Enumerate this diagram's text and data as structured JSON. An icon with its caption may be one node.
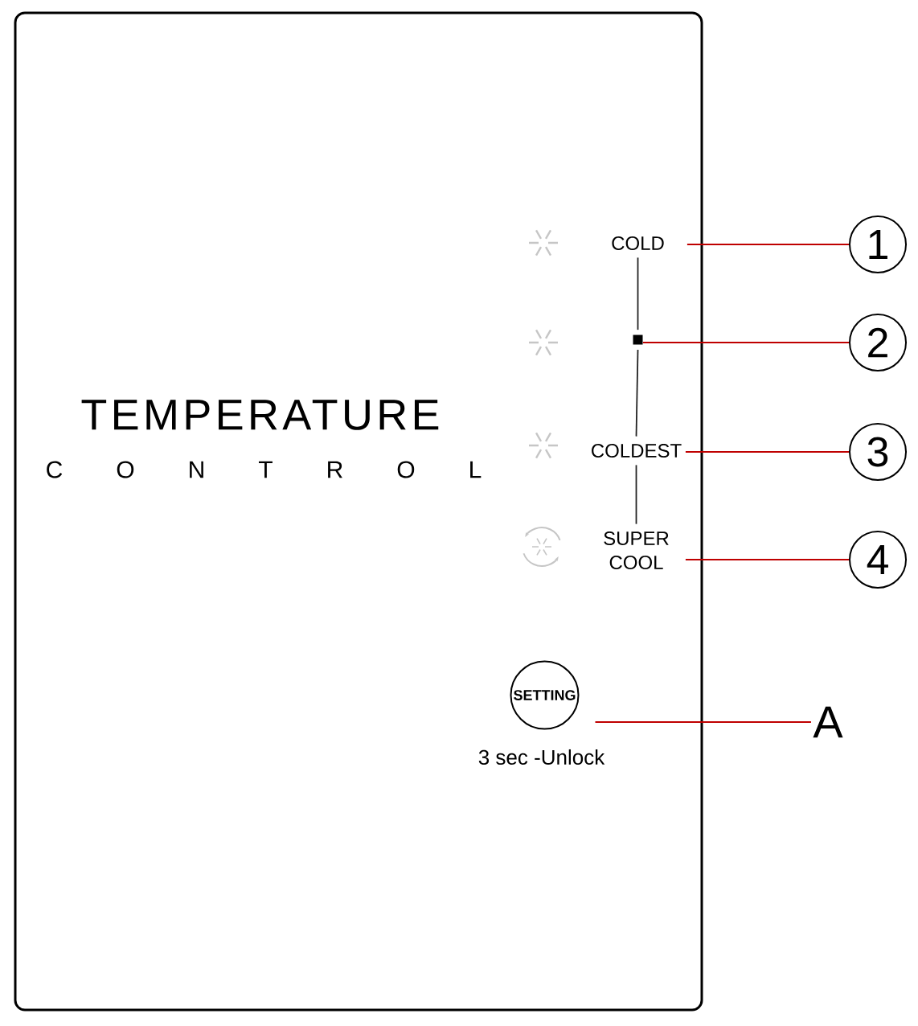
{
  "diagram": {
    "nodes": [
      {
        "text": [
          "TEMPERATURE",
          "C O N T R O L"
        ]
      },
      {
        "text": [
          "COLD"
        ],
        "in": 0
      },
      {
        "text": [],
        "shape": "box",
        "in": 0
      },
      {
        "text": [
          "COLDEST"
        ],
        "in": 0
      },
      {
        "text": [
          "SUPER COOL"
        ],
        "in": 0
      },
      {
        "text": [
          "SETTING"
        ],
        "in": 0,
        "beside": [
          "3 sec -Unlock"
        ]
      },
      {
        "text": [
          "1"
        ]
      },
      {
        "text": [
          "2"
        ]
      },
      {
        "text": [
          "3"
        ]
      },
      {
        "text": [
          "4"
        ]
      },
      {
        "text": [
          "A"
        ]
      }
    ],
    "edges": [
      {
        "from": 1,
        "to": 2,
        "arrow": "none",
        "color": "#222222"
      },
      {
        "from": 2,
        "to": 3,
        "arrow": "none",
        "color": "#222222"
      },
      {
        "from": 3,
        "to": 4,
        "arrow": "none",
        "color": "#222222"
      },
      {
        "from": 6,
        "to": 1,
        "arrow": "none"
      },
      {
        "from": 7,
        "to": 2,
        "arrow": "none"
      },
      {
        "from": 8,
        "to": 3,
        "arrow": "none"
      },
      {
        "from": 9,
        "to": 4,
        "arrow": "none"
      },
      {
        "from": 10,
        "to": 5,
        "arrow": "none"
      }
    ]
  }
}
